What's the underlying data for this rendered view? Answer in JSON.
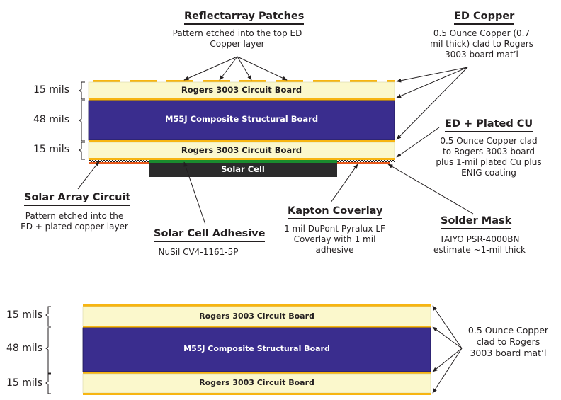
{
  "colors": {
    "rogers": "#fbf8cc",
    "m55j": "#3a2d8e",
    "copper": "#f7b511",
    "copper_edge": "#c98a12",
    "solder_mask": "#e85b1e",
    "adhesive": "#1a8c2e",
    "solar_cell": "#2b2b2b",
    "text": "#231f20"
  },
  "top_diagram": {
    "thickness_labels": [
      "15 mils",
      "48 mils",
      "15 mils"
    ],
    "layers": {
      "top_board": "Rogers 3003 Circuit Board",
      "core": "M55J Composite Structural Board",
      "bottom_board": "Rogers 3003 Circuit Board",
      "solar_cell": "Solar Cell"
    },
    "callouts": {
      "reflectarray": {
        "title": "Reflectarray Patches",
        "desc": "Pattern etched into the top ED\nCopper layer"
      },
      "ed_copper": {
        "title": "ED Copper",
        "desc": "0.5 Ounce Copper (0.7\nmil thick) clad to Rogers\n3003 board mat’l"
      },
      "ed_plated": {
        "title": "ED + Plated CU",
        "desc": "0.5 Ounce Copper clad\nto Rogers 3003 board\nplus 1-mil plated Cu plus\nENIG coating"
      },
      "solar_array_circuit": {
        "title": "Solar Array Circuit",
        "desc": "Pattern etched into the\nED + plated copper layer"
      },
      "solar_cell_adhesive": {
        "title": "Solar Cell Adhesive",
        "desc": "NuSil CV4-1161-5P"
      },
      "kapton": {
        "title": "Kapton Coverlay",
        "desc": "1 mil DuPont Pyralux LF\nCoverlay with 1 mil\nadhesive"
      },
      "solder_mask": {
        "title": "Solder Mask",
        "desc": "TAIYO PSR-4000BN\nestimate ~1-mil thick"
      }
    }
  },
  "bottom_diagram": {
    "thickness_labels": [
      "15 mils",
      "48 mils",
      "15 mils"
    ],
    "layers": {
      "top_board": "Rogers 3003 Circuit Board",
      "core": "M55J Composite Structural Board",
      "bottom_board": "Rogers 3003 Circuit Board"
    },
    "copper_note": "0.5 Ounce Copper\nclad to Rogers\n3003 board mat’l"
  }
}
